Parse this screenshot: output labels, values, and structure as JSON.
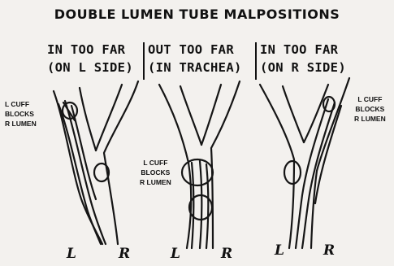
{
  "title": "DOUBLE LUMEN TUBE MALPOSITIONS",
  "columns": [
    {
      "line1": "IN TOO FAR",
      "line2": "(ON L SIDE)",
      "note": [
        "L CUFF",
        "BLOCKS",
        "R LUMEN"
      ],
      "left_label": "L",
      "right_label": "R"
    },
    {
      "line1": "OUT TOO FAR",
      "line2": "(IN TRACHEA)",
      "note": [
        "L CUFF",
        "BLOCKS",
        "R LUMEN"
      ],
      "left_label": "L",
      "right_label": "R"
    },
    {
      "line1": "IN TOO FAR",
      "line2": "(ON R SIDE)",
      "note": [
        "L CUFF",
        "BLOCKS",
        "R LUMEN"
      ],
      "left_label": "L",
      "right_label": "R"
    }
  ]
}
